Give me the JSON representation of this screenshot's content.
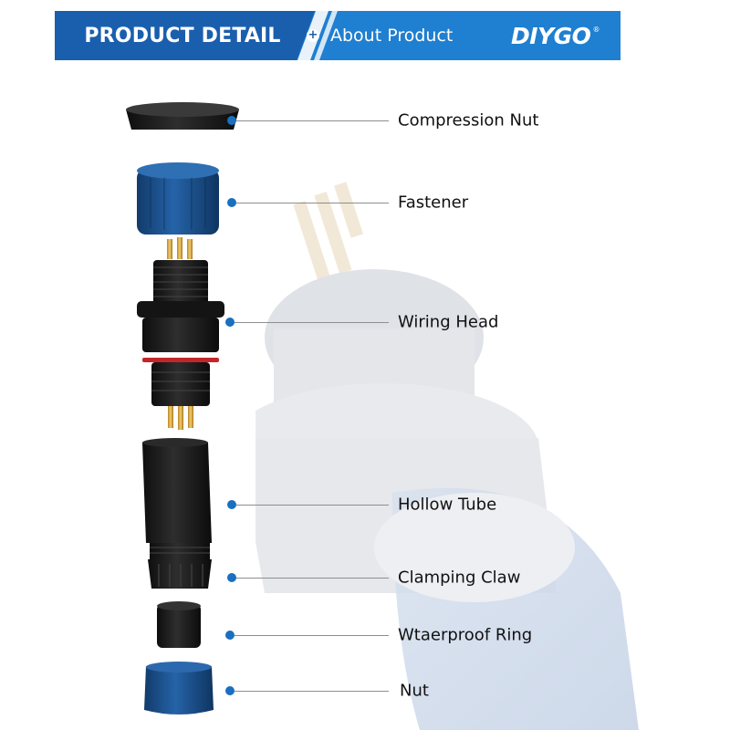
{
  "banner": {
    "badge_label": "PRODUCT DETAIL",
    "section_label": "About Product",
    "brand_logo": "DIYGO",
    "registered_mark": "®",
    "icons": {
      "section": "plus-circle-icon"
    },
    "colors": {
      "badge": "#1a63b8",
      "bar": "#1f7fd0",
      "accent_dot": "#1a6fc0"
    }
  },
  "parts": [
    {
      "label": "Compression Nut"
    },
    {
      "label": "Fastener"
    },
    {
      "label": "Wiring Head"
    },
    {
      "label": "Hollow Tube"
    },
    {
      "label": "Clamping Claw"
    },
    {
      "label": "Wtaerproof Ring"
    },
    {
      "label": "Nut"
    }
  ]
}
